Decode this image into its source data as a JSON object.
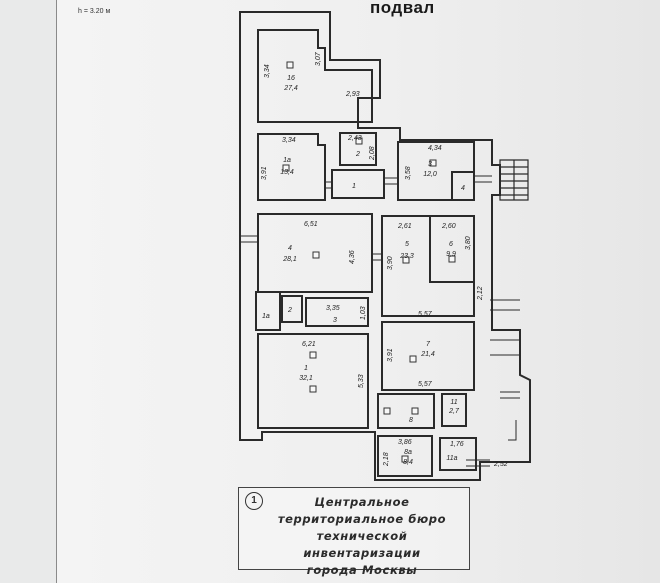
{
  "page": {
    "height_note": "h = 3.20 м",
    "title": "подвал"
  },
  "rooms": [
    {
      "id": "r16",
      "num": "16",
      "area": "27,4",
      "dims": [
        "3,34",
        "3,07",
        "2,93"
      ]
    },
    {
      "id": "r1a",
      "num": "1а",
      "area": "13,4",
      "dims": [
        "3,34",
        "3,91"
      ]
    },
    {
      "id": "r2",
      "num": "2",
      "area": "",
      "dims": [
        "2,43",
        "2,08"
      ]
    },
    {
      "id": "r1",
      "num": "1",
      "area": "",
      "dims": []
    },
    {
      "id": "r3",
      "num": "3",
      "area": "12,0",
      "dims": [
        "4,34",
        "3,58"
      ]
    },
    {
      "id": "r4s",
      "num": "4",
      "area": "",
      "dims": []
    },
    {
      "id": "r4",
      "num": "4",
      "area": "28,1",
      "dims": [
        "6,51",
        "4,36"
      ]
    },
    {
      "id": "r5",
      "num": "5",
      "area": "23,3",
      "dims": [
        "2,61",
        "3,90"
      ]
    },
    {
      "id": "r6",
      "num": "6",
      "area": "9,9",
      "dims": [
        "2,60",
        "3,80",
        "2,12"
      ]
    },
    {
      "id": "r1b",
      "num": "1а",
      "area": "",
      "dims": []
    },
    {
      "id": "r2b",
      "num": "2",
      "area": "",
      "dims": []
    },
    {
      "id": "r3b",
      "num": "3",
      "area": "",
      "dims": [
        "3,35",
        "1,03"
      ]
    },
    {
      "id": "r7",
      "num": "7",
      "area": "21,4",
      "dims": [
        "5,57",
        "3,91",
        "5,57"
      ]
    },
    {
      "id": "rbig",
      "num": "1",
      "area": "32,1",
      "dims": [
        "6,21",
        "5,33"
      ]
    },
    {
      "id": "r8",
      "num": "8",
      "area": "",
      "dims": []
    },
    {
      "id": "r11",
      "num": "11",
      "area": "2,7",
      "dims": []
    },
    {
      "id": "r8a",
      "num": "8а",
      "area": "8,4",
      "dims": [
        "3,86",
        "2,18"
      ]
    },
    {
      "id": "r11a",
      "num": "11а",
      "area": "",
      "dims": [
        "1,76",
        "2,52"
      ]
    }
  ],
  "stamp": {
    "line1": "Центральное",
    "line2": "территориальное бюро",
    "line3": "технической инвентаризации",
    "line4": "города Москвы",
    "logo": "1"
  }
}
